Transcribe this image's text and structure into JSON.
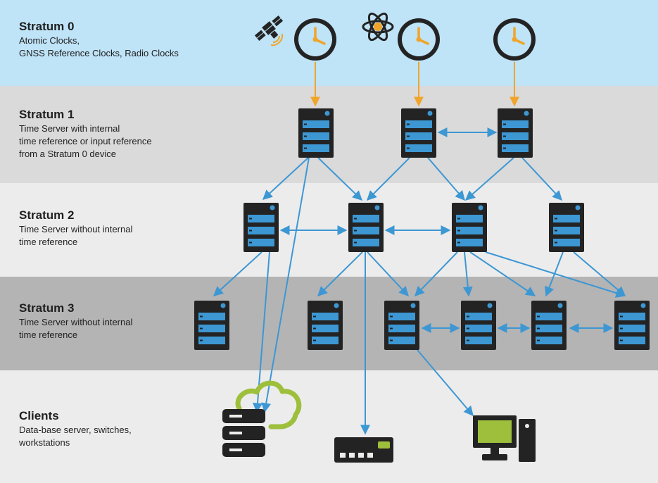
{
  "strata": [
    {
      "title": "Stratum 0",
      "desc": "Atomic Clocks,\nGNSS Reference Clocks, Radio Clocks",
      "color": "#bfe3f7"
    },
    {
      "title": "Stratum 1",
      "desc": "Time Server with internal\ntime reference or input reference\nfrom a Stratum 0 device",
      "color": "#dadada"
    },
    {
      "title": "Stratum 2",
      "desc": "Time Server without internal\ntime reference",
      "color": "#ececec"
    },
    {
      "title": "Stratum 3",
      "desc": "Time Server without internal\ntime reference",
      "color": "#b4b4b4"
    },
    {
      "title": "Clients",
      "desc": "Data-base server, switches,\nworkstations",
      "color": "#ececec"
    }
  ],
  "colors": {
    "link": "#3d97d3",
    "reference": "#f0a52a",
    "device": "#232323",
    "client_accent": "#9dbf3b",
    "clock_face": "#bfe3f7"
  },
  "icons": [
    "satellite-icon",
    "atom-icon",
    "clock-icon",
    "server-icon",
    "database-cloud-icon",
    "network-switch-icon",
    "workstation-icon"
  ]
}
